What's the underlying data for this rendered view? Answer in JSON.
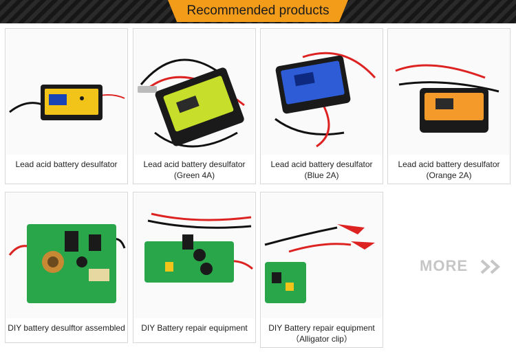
{
  "header": {
    "title": "Recommended products"
  },
  "products": [
    {
      "caption_line1": "Lead acid battery desulfator",
      "caption_line2": ""
    },
    {
      "caption_line1": "Lead acid battery desulfator",
      "caption_line2": "(Green 4A)"
    },
    {
      "caption_line1": "Lead acid battery desulfator",
      "caption_line2": "(Blue 2A)"
    },
    {
      "caption_line1": "Lead acid battery desulfator",
      "caption_line2": "(Orange 2A)"
    },
    {
      "caption_line1": "DIY battery desulftor assembled",
      "caption_line2": ""
    },
    {
      "caption_line1": "DIY Battery repair equipment",
      "caption_line2": ""
    },
    {
      "caption_line1": "DIY Battery repair equipment",
      "caption_line2": "（Alligator clip）"
    }
  ],
  "more": {
    "label": "MORE"
  },
  "colors": {
    "accent": "#f39c1a",
    "device_yellow": "#f2c318",
    "device_green": "#c7de2a",
    "device_blue": "#2e5bd6",
    "device_orange": "#f39a2a",
    "pcb_green": "#29a64a"
  }
}
